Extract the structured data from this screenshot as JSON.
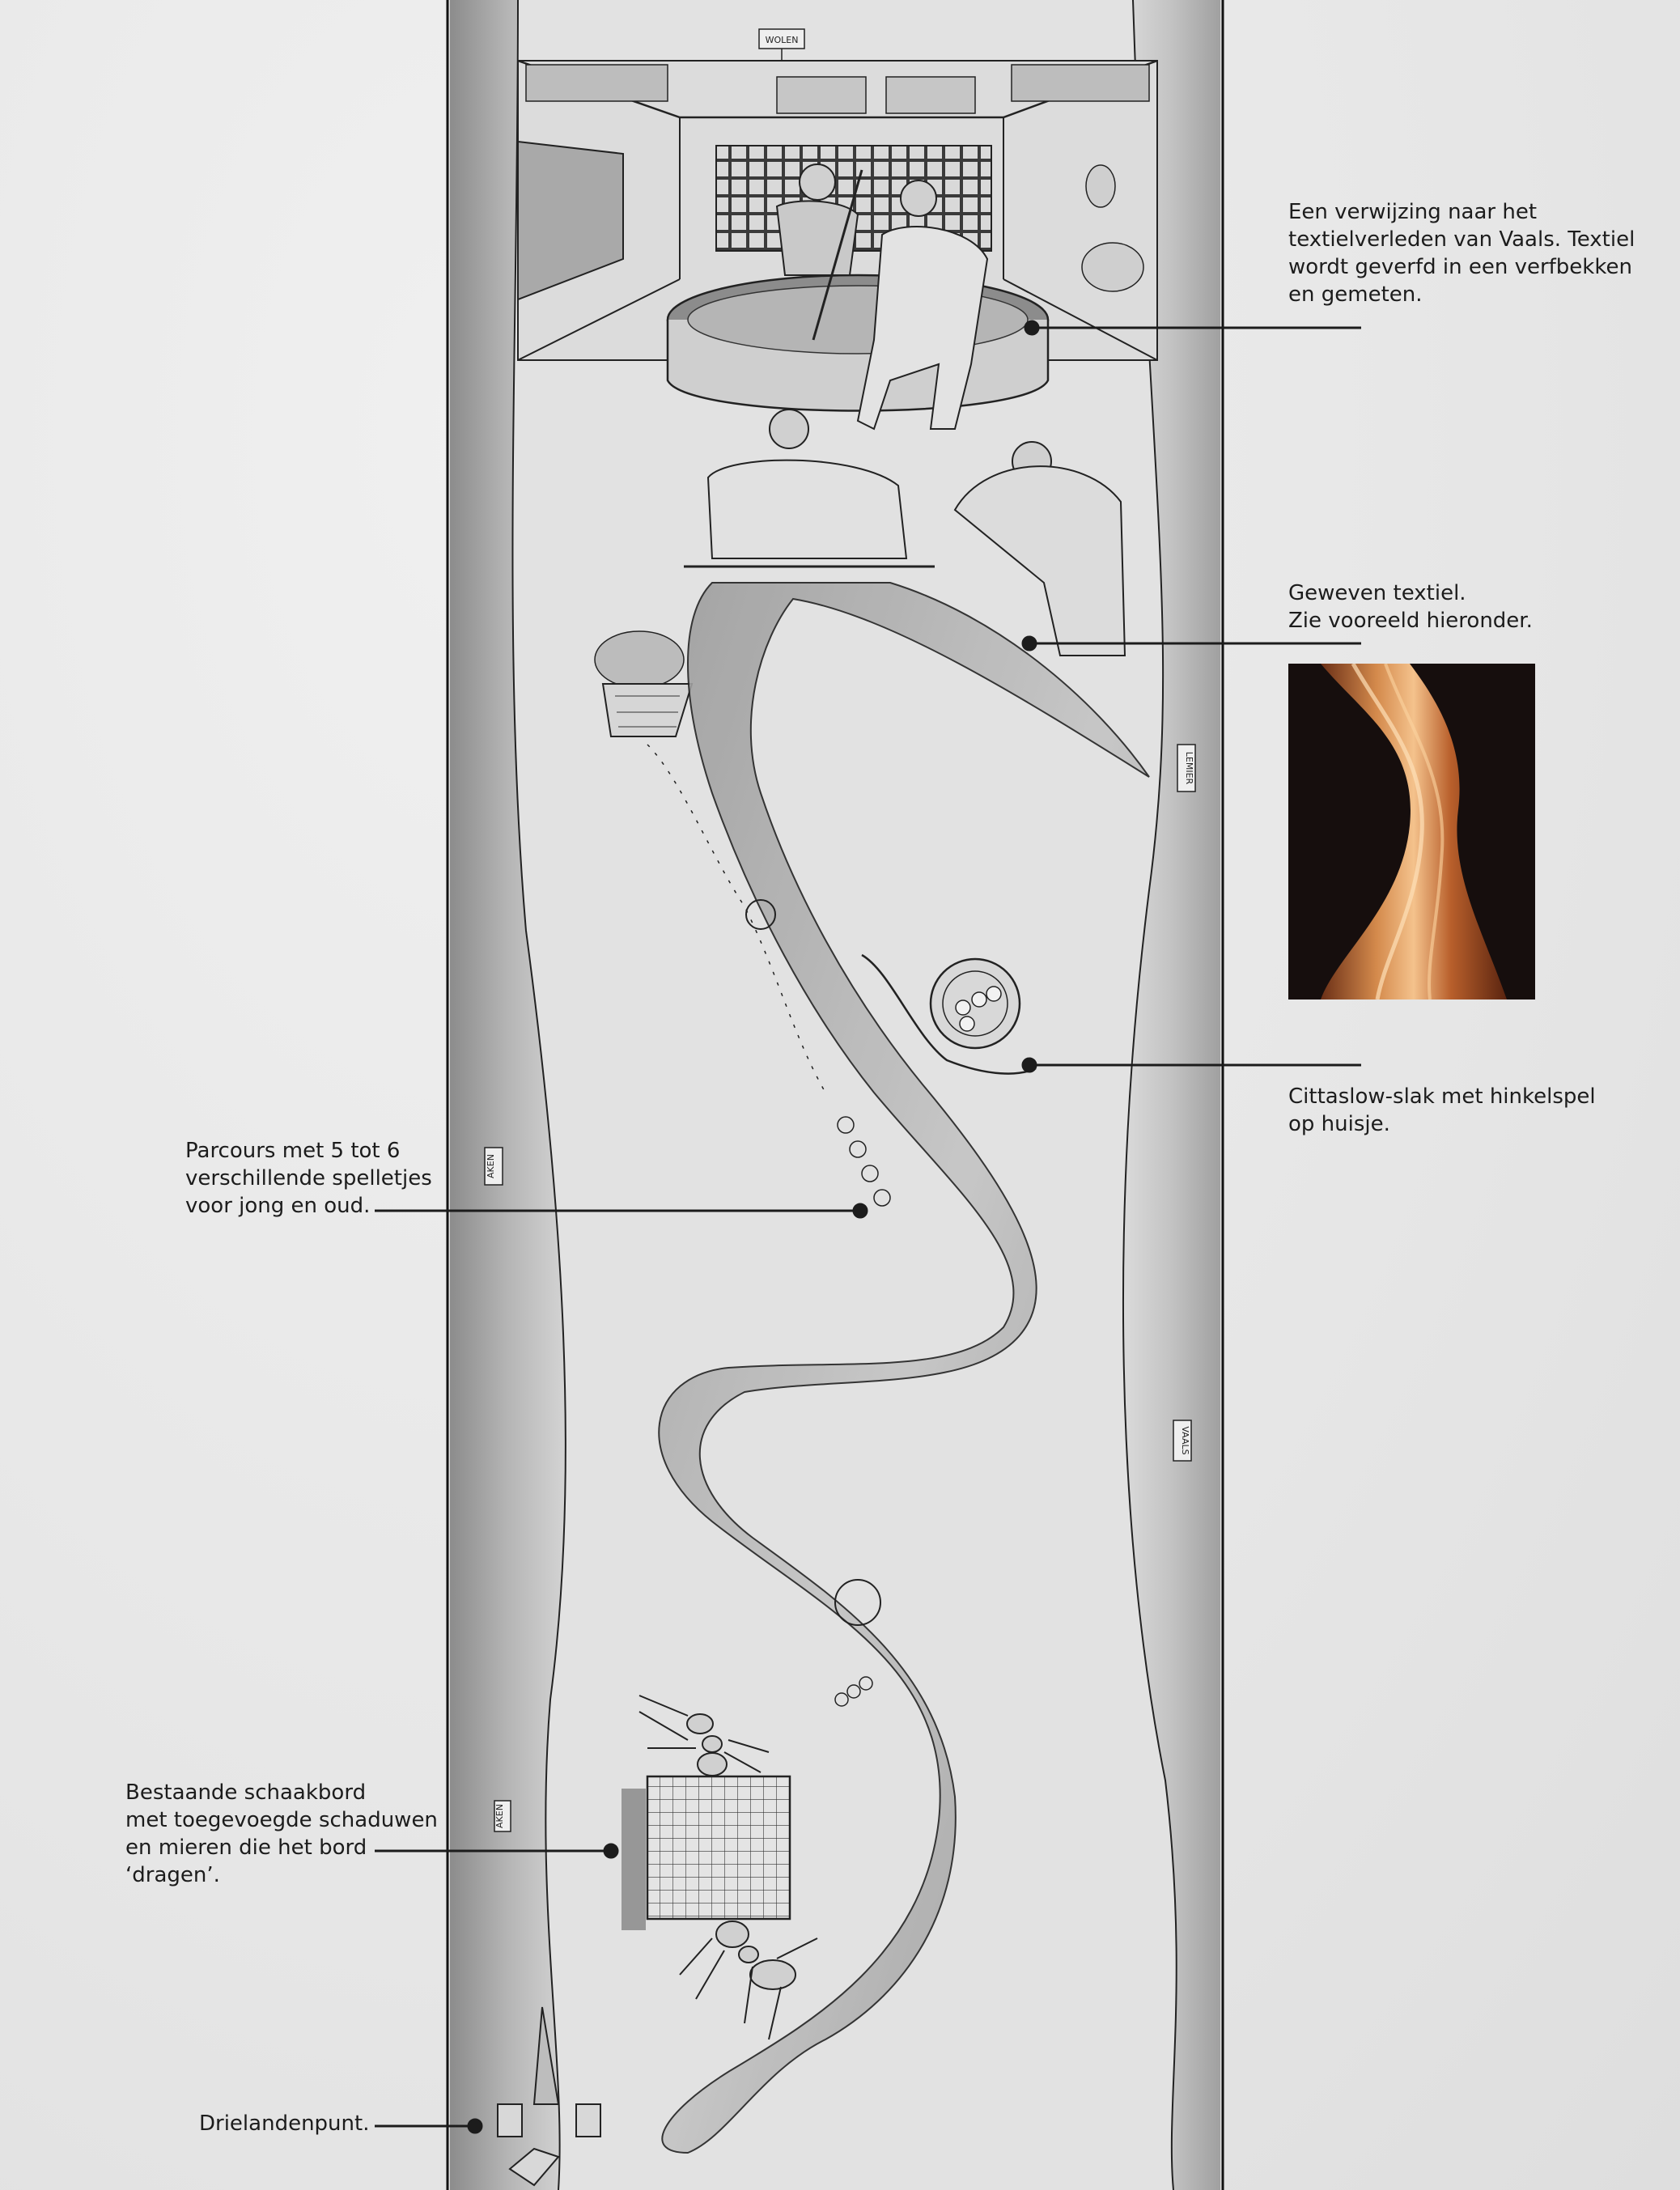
{
  "signs": {
    "top": "WOLEN",
    "right_upper": "LEMIER",
    "right_lower": "VAALS",
    "left_upper": "AKEN",
    "left_lower": "AKEN"
  },
  "annotations": [
    {
      "id": "textile-past",
      "lines": [
        "Een verwijzing naar het",
        "textielverleden van Vaals. Textiel",
        "wordt geverfd in een verfbekken",
        "en gemeten."
      ]
    },
    {
      "id": "woven-textile",
      "lines": [
        "Geweven textiel.",
        "Zie vooreeld hieronder."
      ]
    },
    {
      "id": "cittaslow-snail",
      "lines": [
        "Cittaslow-slak met hinkelspel",
        "op huisje."
      ]
    },
    {
      "id": "game-course",
      "lines": [
        "Parcours met 5 tot 6",
        "verschillende spelletjes",
        "voor jong en oud."
      ]
    },
    {
      "id": "chessboard",
      "lines": [
        "Bestaande schaakbord",
        "met toegevoegde schaduwen",
        "en mieren die het bord",
        "‘dragen’."
      ]
    },
    {
      "id": "tripoint",
      "lines": [
        "Drielandenpunt."
      ]
    }
  ],
  "colors": {
    "ink": "#1c1c1c",
    "wash": "#9a9a9a",
    "textile_photo": "#c0713a"
  },
  "icons": [
    "dye-vat-illustration",
    "snail-icon",
    "ant-icon",
    "chessboard-icon",
    "basket-icon",
    "textile-photo"
  ]
}
